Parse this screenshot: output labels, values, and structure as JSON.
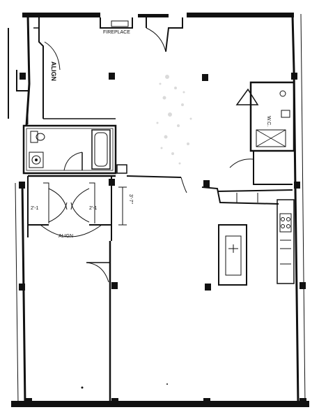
{
  "labels": {
    "fireplace": "FIREPLACE",
    "align_top": "ALIGN",
    "align_bottom": "ALIGN",
    "walkin_closet": "W.C.",
    "dim_left": "2'-1",
    "dim_right": "2'-1",
    "dim_vertical": "3'-7\""
  },
  "colors": {
    "wall": "#111111",
    "background": "#ffffff",
    "texture": "#bdbdbd"
  }
}
